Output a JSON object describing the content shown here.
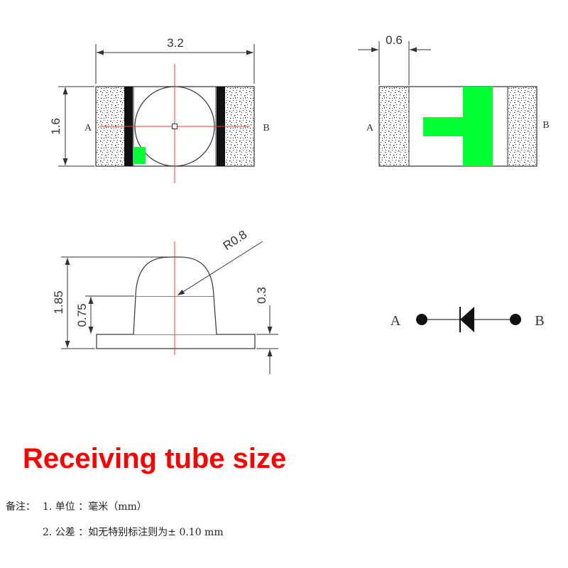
{
  "figure": {
    "top_view": {
      "width_dim": "3.2",
      "height_dim": "1.6",
      "pin_a": "A",
      "pin_b": "B"
    },
    "bottom_view": {
      "dim": "0.6",
      "pin_a": "A",
      "pin_b": "B"
    },
    "side_view": {
      "radius_dim": "R0.8",
      "height_dim": "1.85",
      "lower_dim": "0.75",
      "base_dim": "0.3"
    },
    "symbol": {
      "pin_a": "A",
      "pin_b": "B"
    },
    "colors": {
      "polarity_mark": "#00ff33",
      "center_line": "#ff3333",
      "outline": "#333333"
    }
  },
  "title": "Receiving tube size",
  "notes": {
    "label": "备注：",
    "line1": "1. 单位 ：毫米（mm）",
    "line2": "2. 公差 ：如无特别标注则为± 0.10 mm"
  }
}
